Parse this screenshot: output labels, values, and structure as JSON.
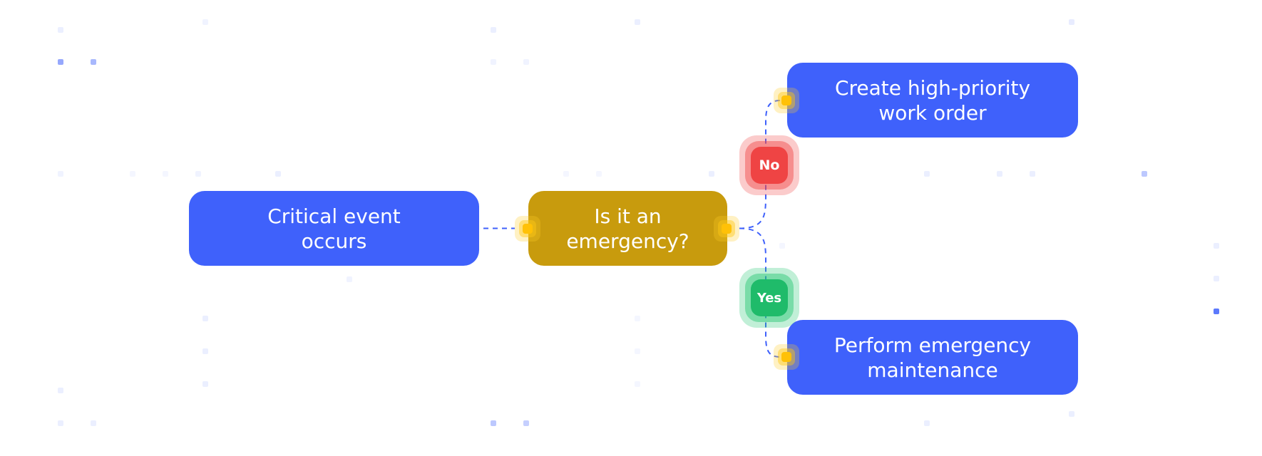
{
  "colors": {
    "node_primary": "#3f61fb",
    "node_decision": "#c89b0d",
    "connector": "#3f61fb",
    "port": "#ffc107",
    "badge_no": "#ef4444",
    "badge_yes": "#1fbb6a"
  },
  "nodes": {
    "critical_event": {
      "line1": "Critical event",
      "line2": "occurs"
    },
    "decision": {
      "line1": "Is it an",
      "line2": "emergency?"
    },
    "work_order": {
      "line1": "Create high-priority",
      "line2": "work order"
    },
    "maintenance": {
      "line1": "Perform emergency",
      "line2": "maintenance"
    }
  },
  "badges": {
    "no": "No",
    "yes": "Yes"
  },
  "edges": [
    {
      "from": "critical_event",
      "to": "decision"
    },
    {
      "from": "decision",
      "to": "work_order",
      "label": "No"
    },
    {
      "from": "decision",
      "to": "maintenance",
      "label": "Yes"
    }
  ]
}
